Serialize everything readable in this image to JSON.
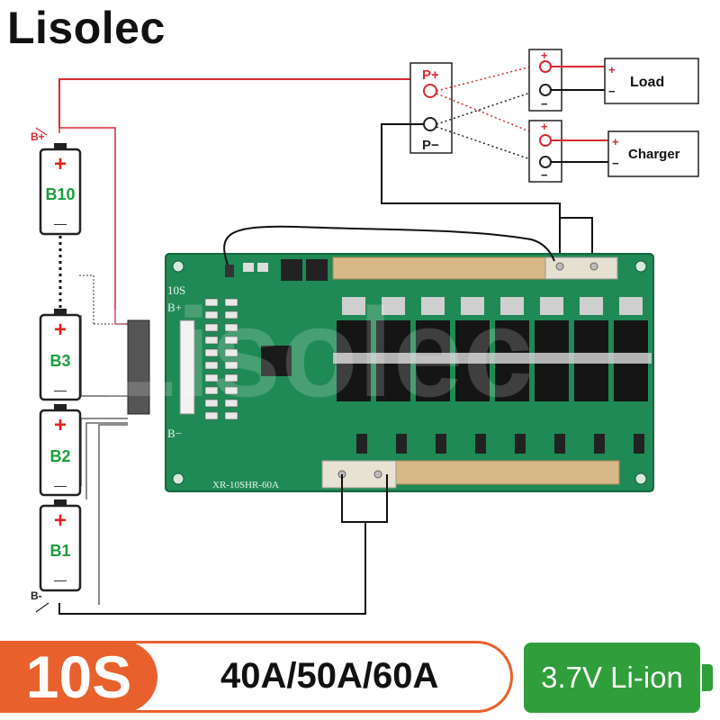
{
  "brand": "Lisolec",
  "watermark": "Lisolec",
  "cells": [
    {
      "label": "B10",
      "plus": "+",
      "minus": "—"
    },
    {
      "label": "B3",
      "plus": "+",
      "minus": "—"
    },
    {
      "label": "B2",
      "plus": "+",
      "minus": "—"
    },
    {
      "label": "B1",
      "plus": "+",
      "minus": "—"
    }
  ],
  "terminals": {
    "b_plus": "B+",
    "b_minus": "B-"
  },
  "output_block": {
    "p_plus": "P+",
    "p_minus": "P−"
  },
  "devices": [
    {
      "name": "Load",
      "plus": "+",
      "minus": "−"
    },
    {
      "name": "Charger",
      "plus": "+",
      "minus": "−"
    }
  ],
  "board": {
    "series_label": "10S",
    "b_plus_label": "B+",
    "b_minus_label": "B−",
    "model": "XR-10SHR-60A"
  },
  "banner": {
    "series": "10S",
    "currents": "40A/50A/60A",
    "chemistry": "3.7V Li-ion"
  },
  "colors": {
    "orange": "#e8612c",
    "green": "#2f9e3b",
    "pcb": "#1f8a55",
    "wire_red": "#d9282f",
    "cell_plus": "#e0241b",
    "cell_label": "#1a9e3a"
  }
}
